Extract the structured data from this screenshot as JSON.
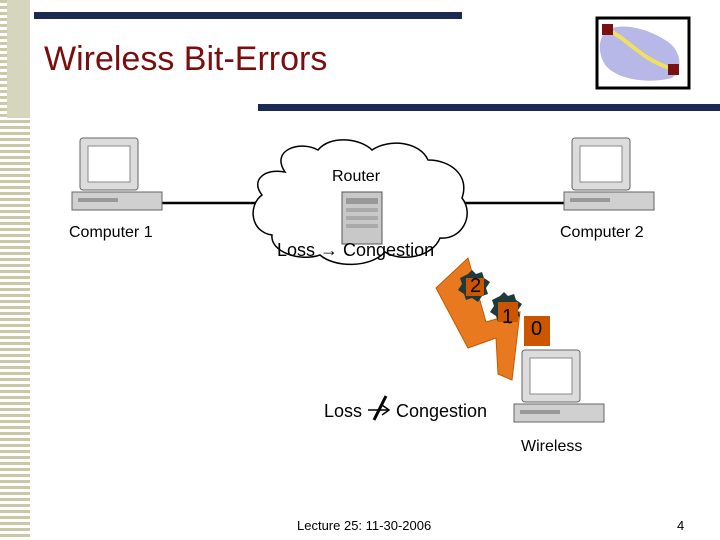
{
  "slide": {
    "title": "Wireless Bit-Errors",
    "footer": "Lecture 25: 11-30-2006",
    "page_number": "4"
  },
  "diagram": {
    "router_label": "Router",
    "computer1_label": "Computer 1",
    "computer2_label": "Computer 2",
    "wireless_label": "Wireless",
    "loss_congestion_wired": "Loss → Congestion",
    "loss_word": "Loss",
    "congestion_word": "Congestion",
    "packets": [
      "2",
      "1",
      "0"
    ]
  },
  "colors": {
    "title": "#7a0d0d",
    "bar": "#1b2a55",
    "packet_orange": "#cc5500",
    "lightning": "#e8791e"
  }
}
